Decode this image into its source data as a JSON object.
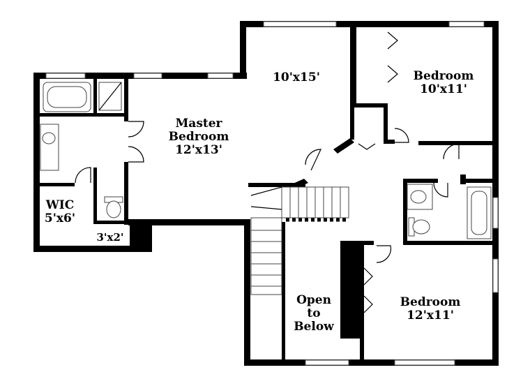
{
  "rooms": {
    "master_bedroom": {
      "name_line1": "Master",
      "name_line2": "Bedroom",
      "size": "12'x13'"
    },
    "room_top": {
      "size": "10'x15'"
    },
    "bedroom_ne": {
      "name": "Bedroom",
      "size": "10'x11'"
    },
    "bedroom_se": {
      "name": "Bedroom",
      "size": "12'x11'"
    },
    "wic": {
      "name": "WIC",
      "size": "5'x6'"
    },
    "closet_small": {
      "size": "3'x2'"
    },
    "open_to_below": {
      "line1": "Open",
      "line2": "to",
      "line3": "Below"
    }
  }
}
